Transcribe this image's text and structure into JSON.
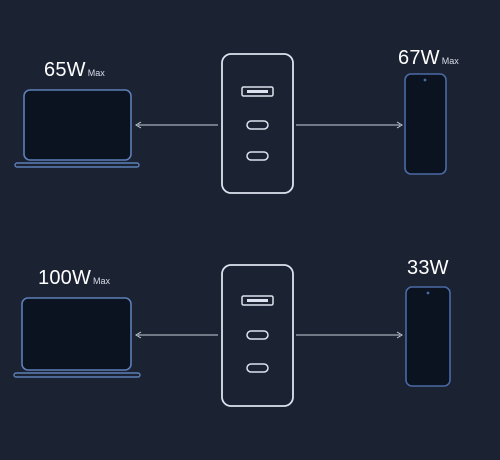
{
  "colors": {
    "background": "#1b2232",
    "outline": "#dde3ee",
    "laptop_outline": "#5d7fb8",
    "phone_outline": "#4a6aa6",
    "screen_fill": "#0b1220",
    "arrow": "#c7ceda"
  },
  "rows": [
    {
      "left_device": "laptop",
      "left_value": "65W",
      "left_suffix": "Max",
      "right_device": "phone",
      "right_value": "67W",
      "right_suffix": "Max",
      "charger_ports": [
        "usb-a",
        "usb-c",
        "usb-c"
      ]
    },
    {
      "left_device": "laptop",
      "left_value": "100W",
      "left_suffix": "Max",
      "right_device": "phone",
      "right_value": "33W",
      "right_suffix": "",
      "charger_ports": [
        "usb-a",
        "usb-c",
        "usb-c"
      ]
    }
  ]
}
